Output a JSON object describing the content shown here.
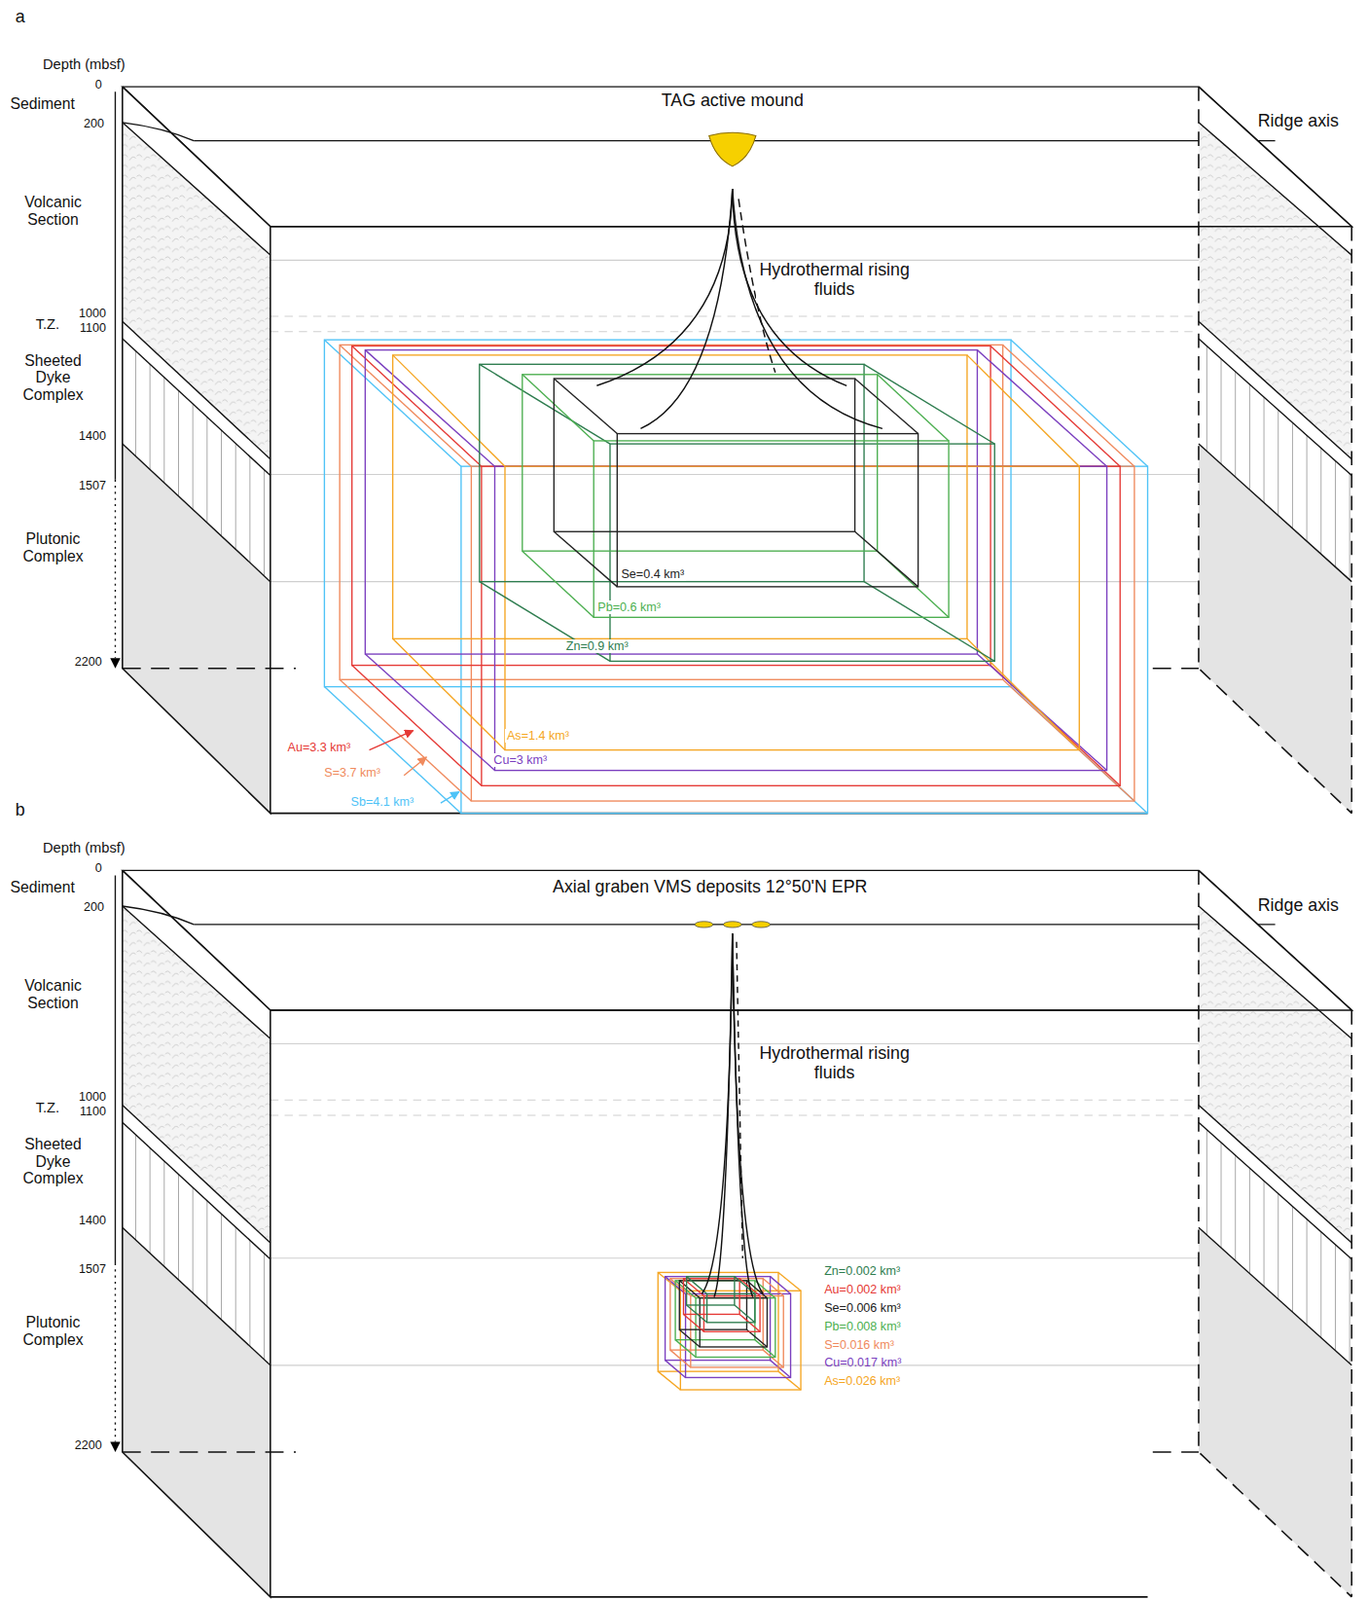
{
  "diagram": {
    "labels": [
      "a",
      "Depth (mbsf)",
      "0",
      "Sediment",
      "200",
      "Volcanic Section",
      "T.Z.",
      "1000",
      "1100",
      "Sheeted Dyke Complex",
      "1400",
      "1507",
      "Plutonic Complex",
      "2200",
      "TAG active mound",
      "Ridge axis",
      "Hydrothermal rising fluids",
      "Se=0.4 km³",
      "Pb=0.6 km³",
      "Zn=0.9 km³",
      "As=1.4 km³",
      "Cu=3 km³",
      "Au=3.3 km³",
      "S=3.7 km³",
      "Sb=4.1 km³",
      "b",
      "Depth (mbsf)",
      "0",
      "Sediment",
      "200",
      "Volcanic Section",
      "T.Z.",
      "1000",
      "1100",
      "Sheeted Dyke Complex",
      "1400",
      "1507",
      "Plutonic Complex",
      "2200",
      "Axial graben VMS deposits 12°50'N EPR",
      "Ridge axis",
      "Hydrothermal rising fluids",
      "Zn=0.002 km³",
      "Au=0.002 km³",
      "Se=0.006 km³",
      "Pb=0.008 km³",
      "S=0.016 km³",
      "Cu=0.017 km³",
      "As=0.026 km³"
    ]
  }
}
